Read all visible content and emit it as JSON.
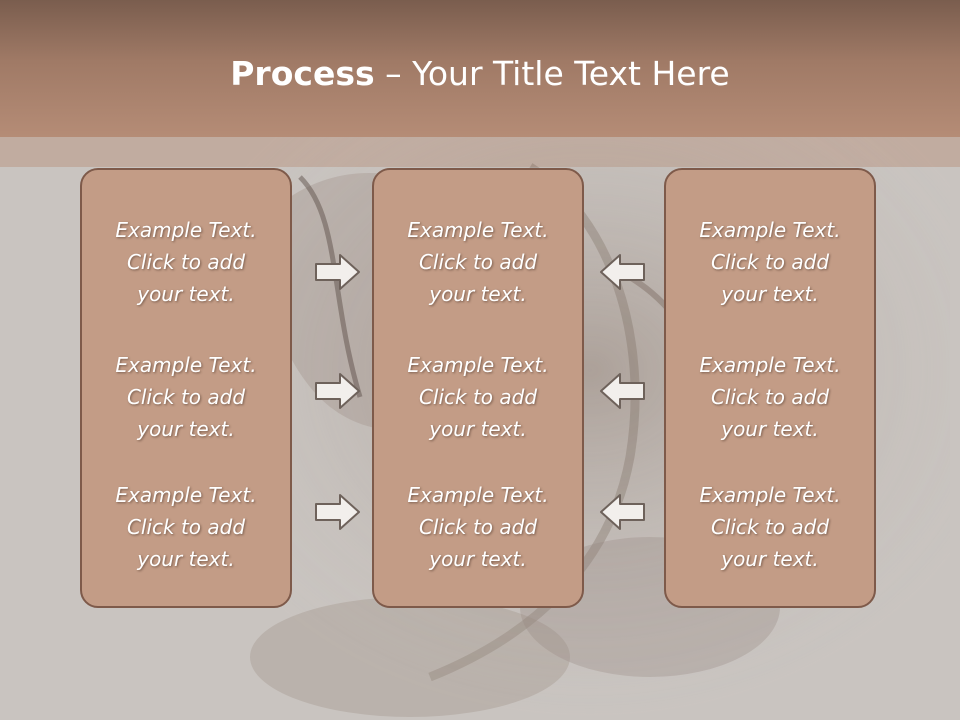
{
  "slide": {
    "title_bold": "Process",
    "title_rest": " – Your Title Text Here"
  },
  "columns": [
    {
      "items": [
        {
          "line1": "Example Text.",
          "line2": "Click  to add",
          "line3": "your text."
        },
        {
          "line1": "Example Text.",
          "line2": "Click  to add",
          "line3": "your text."
        },
        {
          "line1": "Example Text.",
          "line2": "Click  to add",
          "line3": "your text."
        }
      ]
    },
    {
      "items": [
        {
          "line1": "Example Text.",
          "line2": "Click  to add",
          "line3": "your text."
        },
        {
          "line1": "Example Text.",
          "line2": "Click  to add",
          "line3": "your text."
        },
        {
          "line1": "Example Text.",
          "line2": "Click  to add",
          "line3": "your text."
        }
      ]
    },
    {
      "items": [
        {
          "line1": "Example Text.",
          "line2": "Click  to add",
          "line3": "your text."
        },
        {
          "line1": "Example Text.",
          "line2": "Click  to add",
          "line3": "your text."
        },
        {
          "line1": "Example Text.",
          "line2": "Click  to add",
          "line3": "your text."
        }
      ]
    }
  ],
  "arrows": {
    "left_group": [
      "right-arrow-icon",
      "right-arrow-icon",
      "right-arrow-icon"
    ],
    "right_group": [
      "left-arrow-icon",
      "left-arrow-icon",
      "left-arrow-icon"
    ]
  },
  "colors": {
    "header": "#a07a66",
    "panel_fill": "#c39c86",
    "panel_border": "#7e5a4a",
    "background": "#c9c4c0"
  }
}
